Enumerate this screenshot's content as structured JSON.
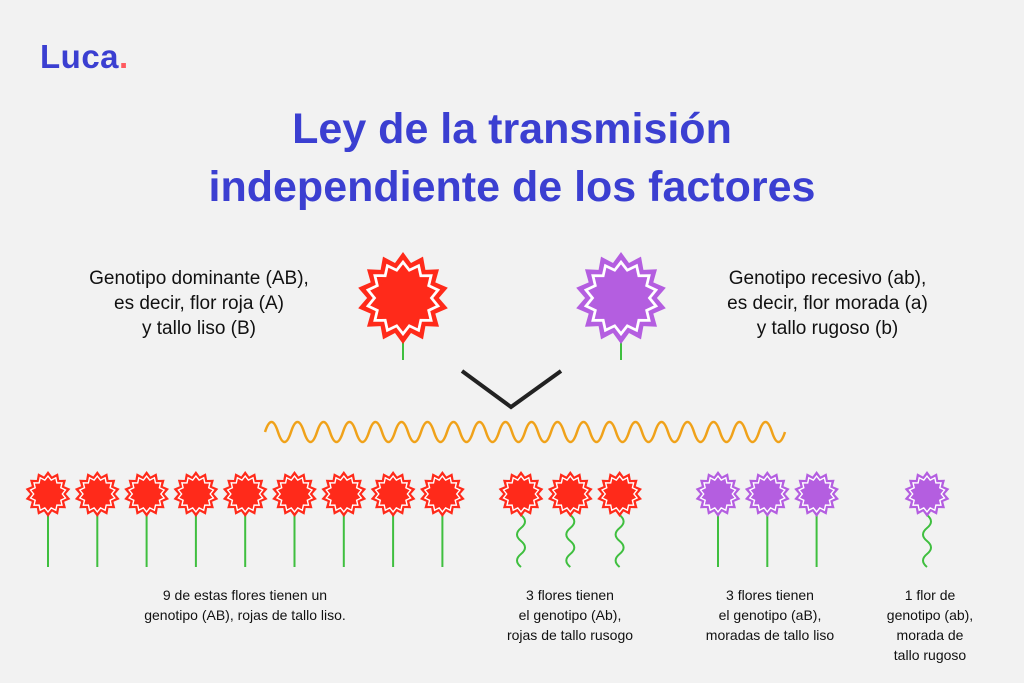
{
  "logo": {
    "text": "Luca",
    "dot": "."
  },
  "title": {
    "line1": "Ley de la transmisión",
    "line2": "independiente de los factores"
  },
  "parents": {
    "dominant": {
      "line1": "Genotipo dominante (AB),",
      "line2": "es decir, flor roja (A)",
      "line3": "y tallo liso (B)",
      "color": "#ff2a1a"
    },
    "recessive": {
      "line1": "Genotipo recesivo (ab),",
      "line2": "es decir, flor morada (a)",
      "line3": "y tallo rugoso (b)",
      "color": "#b45ee0"
    }
  },
  "offspring": [
    {
      "count": 9,
      "flower": "red",
      "stem": "smooth",
      "caption_line1": "9 de estas flores tienen un",
      "caption_line2": "genotipo (AB), rojas de tallo liso."
    },
    {
      "count": 3,
      "flower": "red",
      "stem": "wrinkled",
      "caption_line1": "3 flores tienen",
      "caption_line2": "el genotipo (Ab),",
      "caption_line3": "rojas de tallo rusogo"
    },
    {
      "count": 3,
      "flower": "purple",
      "stem": "smooth",
      "caption_line1": "3 flores tienen",
      "caption_line2": "el genotipo (aB),",
      "caption_line3": "moradas de tallo liso"
    },
    {
      "count": 1,
      "flower": "purple",
      "stem": "wrinkled",
      "caption_line1": "1 flor de",
      "caption_line2": "genotipo (ab),",
      "caption_line3": "morada de",
      "caption_line4": "tallo rugoso"
    }
  ],
  "colors": {
    "brand": "#3b3fd1",
    "red_flower": "#ff2a1a",
    "purple_flower": "#b45ee0",
    "stem": "#3fbf3f",
    "wave": "#f0a21a",
    "cross_mark": "#222222"
  }
}
